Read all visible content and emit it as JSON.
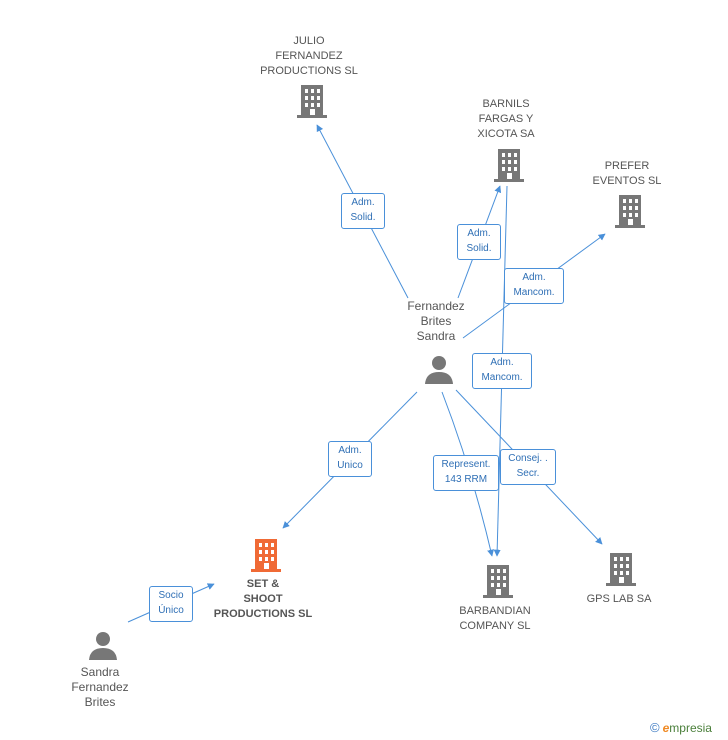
{
  "colors": {
    "edge": "#4a90d9",
    "company": "#777777",
    "company_focus": "#f06a35",
    "person": "#777777"
  },
  "nodes": {
    "julio": {
      "label": "JULIO\nFERNANDEZ\nPRODUCTIONS SL",
      "icon": "building-icon"
    },
    "barnils": {
      "label": "BARNILS\nFARGAS Y\nXICOTA SA",
      "icon": "building-icon"
    },
    "prefer": {
      "label": "PREFER\nEVENTOS  SL",
      "icon": "building-icon"
    },
    "fernandez": {
      "label": "Fernandez\nBrites\nSandra",
      "icon": "person-icon"
    },
    "setshoot": {
      "label": "SET &\nSHOOT\nPRODUCTIONS SL",
      "icon": "building-icon"
    },
    "barbandian": {
      "label": "BARBANDIAN\nCOMPANY SL",
      "icon": "building-icon"
    },
    "gpslab": {
      "label": "GPS LAB SA",
      "icon": "building-icon"
    },
    "sandra": {
      "label": "Sandra\nFernandez\nBrites",
      "icon": "person-icon"
    }
  },
  "edges": {
    "e1": "Adm.\nSolid.",
    "e2": "Adm.\nSolid.",
    "e3": "Adm.\nMancom.",
    "e4": "Adm.\nMancom.",
    "e5": "Adm.\nUnico",
    "e6": "Represent.\n143 RRM",
    "e7": "Consej. .\nSecr.",
    "e8": "Socio\nÚnico"
  },
  "brand": {
    "copyright": "©",
    "first": "e",
    "rest": "mpresia"
  }
}
